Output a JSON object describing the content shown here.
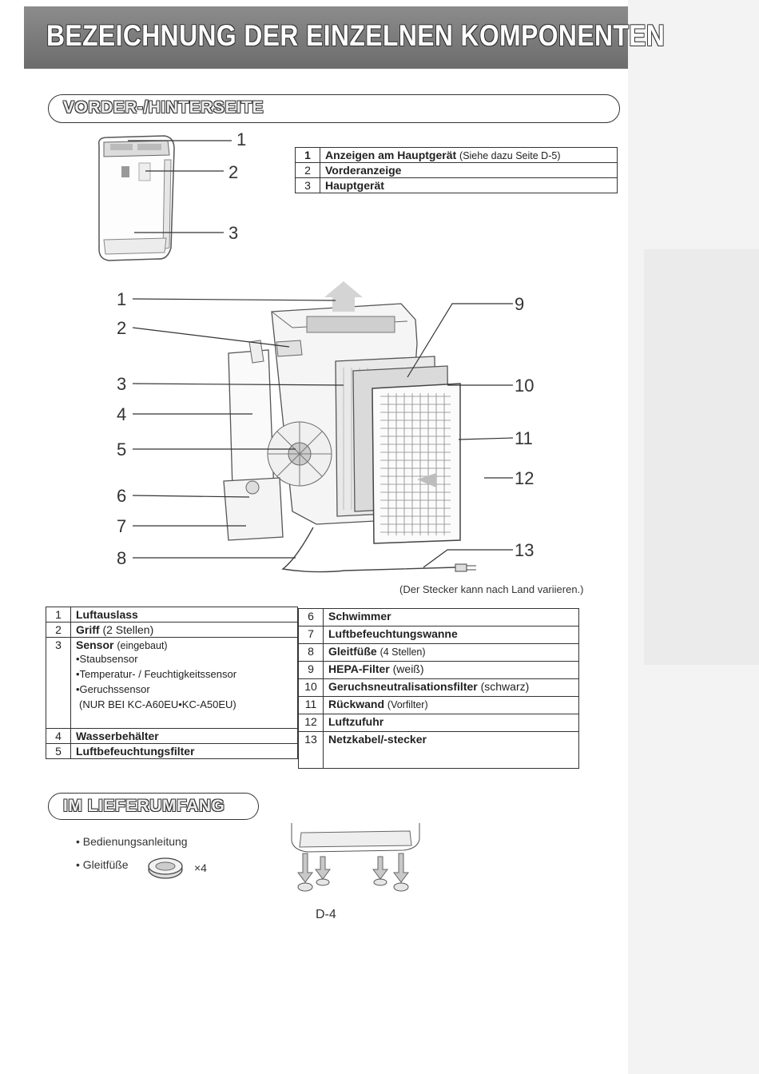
{
  "page_title": "BEZEICHNUNG DER EINZELNEN KOMPONENTEN",
  "section_front_back": "VORDER-/HINTERSEITE",
  "small_figure_callouts": [
    "1",
    "2",
    "3"
  ],
  "table_small": [
    {
      "num": "1",
      "name": "Anzeigen am Hauptgerät",
      "note": "(Siehe dazu Seite D-5)"
    },
    {
      "num": "2",
      "name": "Vorderanzeige",
      "note": ""
    },
    {
      "num": "3",
      "name": "Hauptgerät",
      "note": ""
    }
  ],
  "large_figure_callouts_left": [
    "1",
    "2",
    "3",
    "4",
    "5",
    "6",
    "7",
    "8"
  ],
  "large_figure_callouts_right": [
    "9",
    "10",
    "11",
    "12",
    "13"
  ],
  "plug_note": "(Der Stecker kann nach Land variieren.)",
  "parts_left": [
    {
      "num": "1",
      "name": "Luftauslass",
      "note": ""
    },
    {
      "num": "2",
      "name": "Griff",
      "note": "(2 Stellen)"
    },
    {
      "num": "3",
      "name": "Sensor",
      "note": "(eingebaut)"
    },
    {
      "num": "4",
      "name": "Wasserbehälter",
      "note": ""
    },
    {
      "num": "5",
      "name": "Luftbefeuchtungsfilter",
      "note": ""
    }
  ],
  "sensor_sublist": [
    "•Staubsensor",
    "•Temperatur- / Feuchtigkeitssensor",
    "•Geruchssensor",
    "(NUR BEI KC-A60EU•KC-A50EU)"
  ],
  "parts_right": [
    {
      "num": "6",
      "name": "Schwimmer",
      "note": ""
    },
    {
      "num": "7",
      "name": "Luftbefeuchtungswanne",
      "note": ""
    },
    {
      "num": "8",
      "name": "Gleitfüße",
      "note": "(4 Stellen)"
    },
    {
      "num": "9",
      "name": "HEPA-Filter",
      "note": "(weiß)"
    },
    {
      "num": "10",
      "name": "Geruchsneutralisationsfilter",
      "note": "(schwarz)"
    },
    {
      "num": "11",
      "name": "Rückwand",
      "note": "(Vorfilter)"
    },
    {
      "num": "12",
      "name": "Luftzufuhr",
      "note": ""
    },
    {
      "num": "13",
      "name": "Netzkabel/-stecker",
      "note": ""
    }
  ],
  "section_included": "IM LIEFERUMFANG",
  "included_items": [
    "• Bedienungsanleitung",
    "• Gleitfüße"
  ],
  "feet_quantity": "×4",
  "page_number": "D-4"
}
